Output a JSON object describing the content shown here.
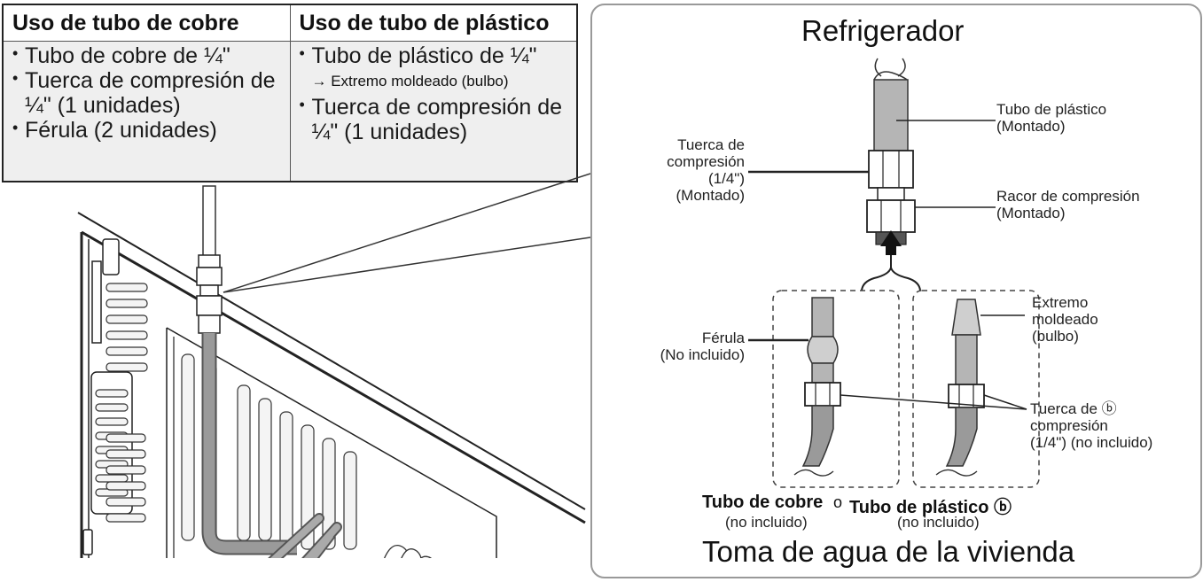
{
  "parts_table": {
    "copper": {
      "header": "Uso de tubo de cobre",
      "items": [
        "Tubo de cobre de ¼\"",
        "Tuerca de compresión de ¼\" (1 unidades)",
        "Férula (2 unidades)"
      ]
    },
    "plastic": {
      "header": "Uso de tubo de plástico",
      "items": [
        "Tubo de plástico de ¼\"",
        "Tuerca de compresión de ¼\" (1 unidades)"
      ],
      "note": "→ Extremo moldeado (bulbo)"
    }
  },
  "detail": {
    "title": "Refrigerador",
    "footer": "Toma de agua de la vivienda",
    "labels": {
      "plastic_tube_mounted": [
        "Tubo de plástico",
        "(Montado)"
      ],
      "compression_nut_mounted": [
        "Tuerca de",
        "compresión",
        "(1/4\")",
        "(Montado)"
      ],
      "compression_fitting": [
        "Racor de compresión",
        "(Montado)"
      ],
      "ferrule": [
        "Férula",
        "(No incluido)"
      ],
      "molded_end": [
        "Extremo",
        "moldeado",
        "(bulbo)"
      ],
      "compression_nut_b": [
        "Tuerca de ⓑ",
        "compresión",
        "(1/4\") (no incluido)"
      ]
    },
    "copper_tube": "Tubo de cobre",
    "or": "o",
    "plastic_tube": "Tubo de plástico ⓑ",
    "not_included": "(no incluido)"
  }
}
